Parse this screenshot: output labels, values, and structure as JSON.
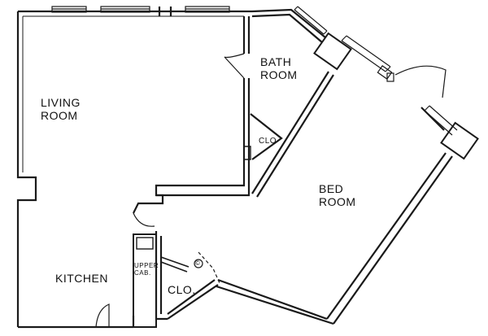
{
  "rooms": {
    "living_room": [
      "LIVING",
      "ROOM"
    ],
    "bath_room": [
      "BATH",
      "ROOM"
    ],
    "bed_room": [
      "BED",
      "ROOM"
    ],
    "kitchen": "KITCHEN",
    "closet_bath": "CLO",
    "closet_bed": "CLO.",
    "upper_cab": [
      "UPPER",
      "CAB."
    ]
  },
  "symbols": {
    "fixture_mark": "©"
  },
  "colors": {
    "wall": "#1a1a1a",
    "paper": "#ffffff"
  }
}
